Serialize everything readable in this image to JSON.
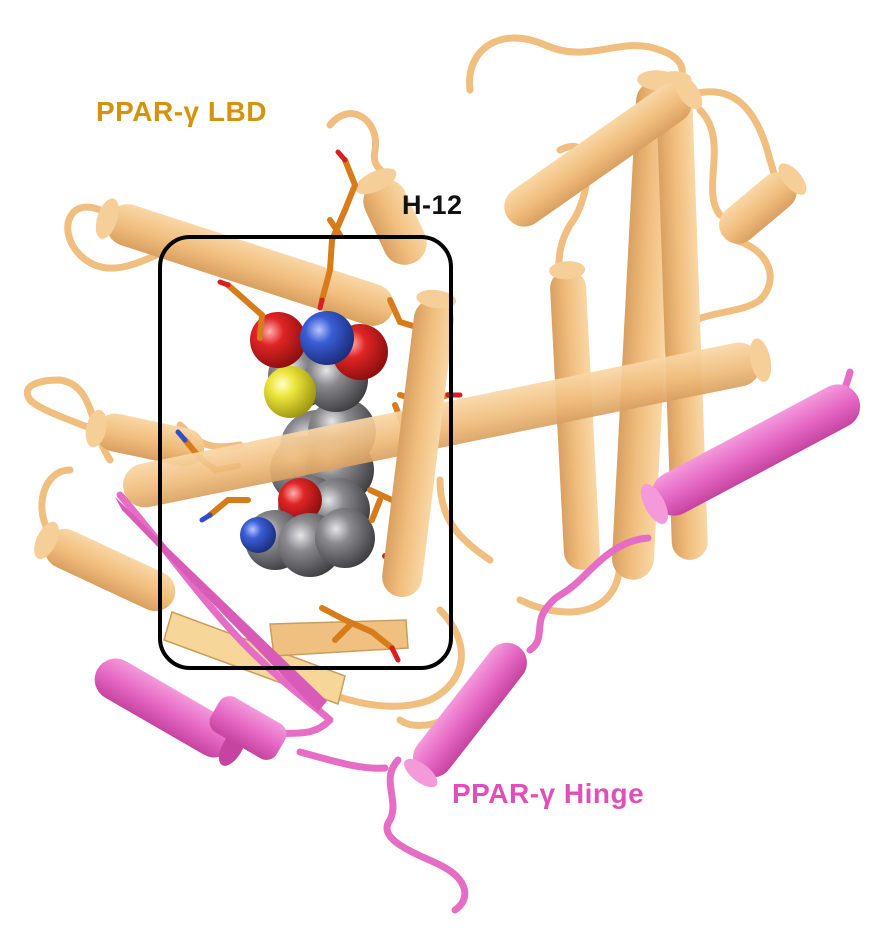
{
  "labels": {
    "lbd": "PPAR-γ LBD",
    "helix12": "H-12",
    "hinge": "PPAR-γ Hinge"
  },
  "colors": {
    "lbd_domain": "#F3C283",
    "lbd_label": "#D4920E",
    "hinge_domain": "#E56DC5",
    "hinge_label": "#E04FB8",
    "ligand_carbon": "#6E6E72",
    "ligand_oxygen": "#D81E1E",
    "ligand_nitrogen": "#2E4FC9",
    "ligand_sulfur": "#E8E23A",
    "residue_sticks": "#D77C1A",
    "binding_box": "#000000"
  },
  "figure": {
    "subject": "protein-ligand-complex",
    "highlight": "binding-pocket-box"
  }
}
